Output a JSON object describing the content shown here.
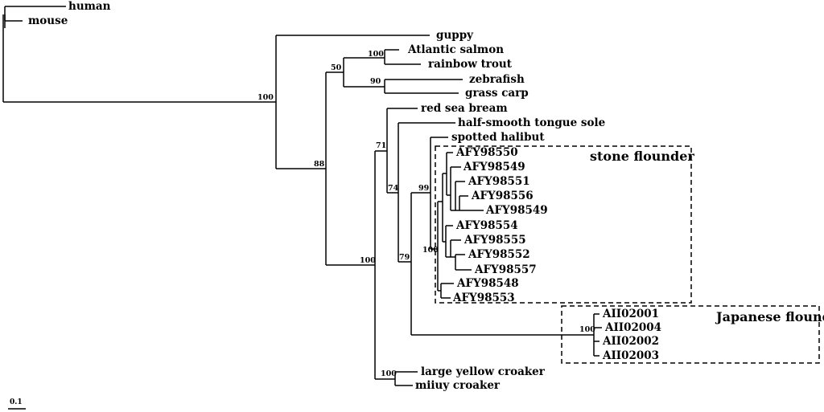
{
  "taxa": {
    "human": "human",
    "mouse": "mouse",
    "guppy": "guppy",
    "atlantic_salmon": "Atlantic salmon",
    "rainbow_trout": "rainbow trout",
    "zebrafish": "zebrafish",
    "grass_carp": "grass carp",
    "red_sea_bream": "red sea bream",
    "half_smooth_tongue_sole": "half-smooth tongue sole",
    "spotted_halibut": "spotted halibut",
    "afy98550": "AFY98550",
    "afy98549a": "AFY98549",
    "afy98551": "AFY98551",
    "afy98556": "AFY98556",
    "afy98549b": "AFY98549",
    "afy98554": "AFY98554",
    "afy98555": "AFY98555",
    "afy98552": "AFY98552",
    "afy98557": "AFY98557",
    "afy98548": "AFY98548",
    "afy98553": "AFY98553",
    "aii02001": "AII02001",
    "aii02004": "AII02004",
    "aii02002": "AII02002",
    "aii02003": "AII02003",
    "large_yellow_croaker": "large yellow croaker",
    "miiuy_croaker": "miiuy croaker"
  },
  "bootstrap": {
    "root": "100",
    "n88": "88",
    "n50": "50",
    "salmonids": "100",
    "cyprinids": "90",
    "n100b": "100",
    "n71": "71",
    "n74": "74",
    "n79": "79",
    "n99": "99",
    "stone": "100",
    "japanese": "100",
    "croakers": "100"
  },
  "groups": {
    "stone_flounder": "stone flounder",
    "japanese_flounder": "Japanese flounder"
  },
  "scale_bar": {
    "label": "0.1"
  }
}
